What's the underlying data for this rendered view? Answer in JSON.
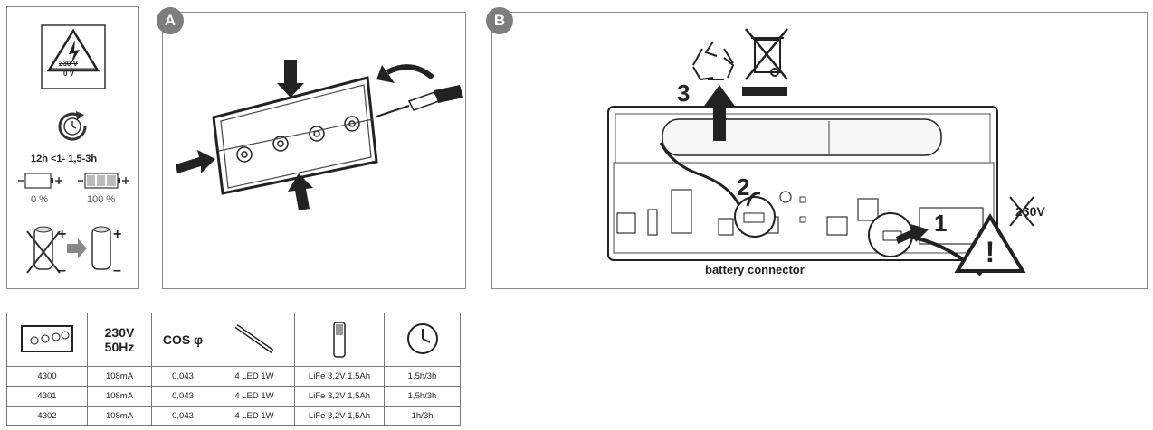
{
  "left_panel": {
    "voltage_label": "230 V",
    "zero_volt_label": "0 V",
    "charge_time_label": "12h <1- 1,5-3h",
    "empty_pct": "0 %",
    "full_pct": "100 %",
    "plus": "+",
    "minus": "–"
  },
  "panel_a": {
    "badge": "A"
  },
  "panel_b": {
    "badge": "B",
    "step1": "1",
    "step2": "2",
    "step3": "3",
    "crossed_voltage": "230V",
    "caption": "battery connector"
  },
  "spec_table": {
    "headers": [
      "",
      "230V\n50Hz",
      "COS φ",
      "",
      "",
      ""
    ],
    "rows": [
      [
        "4300",
        "108mA",
        "0,043",
        "4 LED 1W",
        "LiFe 3,2V 1,5Ah",
        "1,5h/3h"
      ],
      [
        "4301",
        "108mA",
        "0,043",
        "4 LED 1W",
        "LiFe 3,2V 1,5Ah",
        "1,5h/3h"
      ],
      [
        "4302",
        "108mA",
        "0,043",
        "4 LED 1W",
        "LiFe 3,2V 1,5Ah",
        "1h/3h"
      ]
    ]
  }
}
